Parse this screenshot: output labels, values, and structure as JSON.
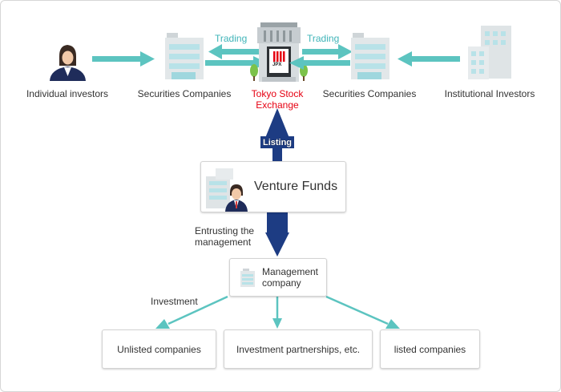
{
  "nodes": {
    "individual": "Individual investors",
    "securities_left": "Securities Companies",
    "exchange": "Tokyo Stock\nExchange",
    "exchange_line1": "Tokyo Stock",
    "exchange_line2": "Exchange",
    "exchange_logo": "JPX",
    "securities_right": "Securities Companies",
    "institutional": "Institutional Investors",
    "venture_funds": "Venture Funds",
    "management_line1": "Management",
    "management_line2": "company",
    "unlisted": "Unlisted companies",
    "partnerships": "Investment partnerships, etc.",
    "listed": "listed companies"
  },
  "edges": {
    "trading_left": "Trading",
    "trading_right": "Trading",
    "listing": "Listing",
    "entrusting_line1": "Entrusting the",
    "entrusting_line2": "management",
    "investment": "Investment"
  },
  "colors": {
    "teal": "#5cc4c0",
    "navy": "#1d3c83",
    "red": "#e60012",
    "building": "#dfe4e6"
  }
}
